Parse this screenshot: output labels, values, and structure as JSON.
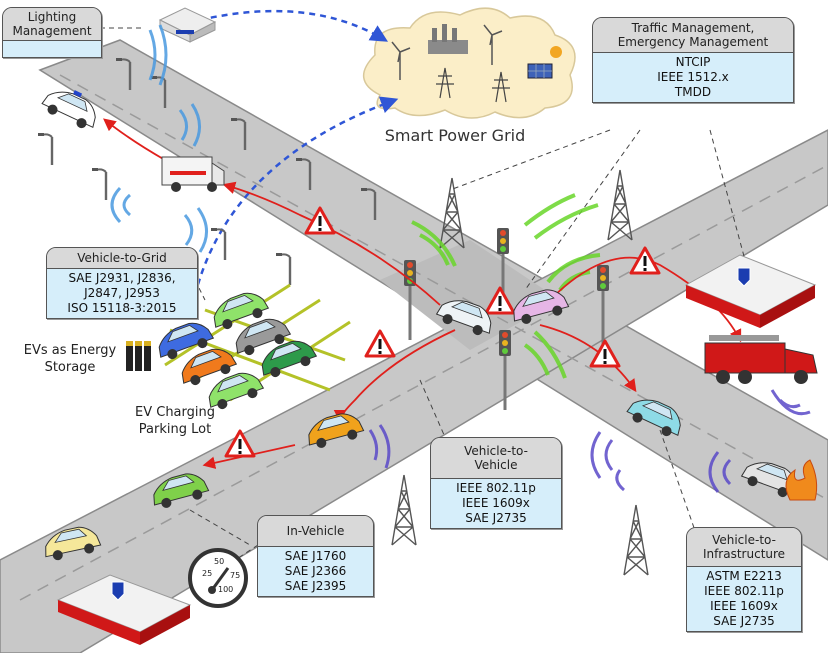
{
  "callouts": {
    "lighting": {
      "title": "Lighting Management",
      "lines": []
    },
    "traffic": {
      "title": "Traffic Management, Emergency Management",
      "lines": [
        "NTCIP",
        "IEEE 1512.x",
        "TMDD"
      ]
    },
    "v2g": {
      "title": "Vehicle-to-Grid",
      "lines": [
        "SAE J2931, J2836,",
        "J2847, J2953",
        "ISO 15118-3:2015"
      ]
    },
    "v2v": {
      "title": "Vehicle-to-Vehicle",
      "lines": [
        "IEEE 802.11p",
        "IEEE 1609x",
        "SAE J2735"
      ]
    },
    "in_vehicle": {
      "title": "In-Vehicle",
      "lines": [
        "SAE J1760",
        "SAE J2366",
        "SAE J2395"
      ]
    },
    "v2i": {
      "title": "Vehicle-to-Infrastructure",
      "lines": [
        "ASTM E2213",
        "IEEE 802.11p",
        "IEEE 1609x",
        "SAE J2735"
      ]
    }
  },
  "labels": {
    "smart_grid": "Smart Power Grid",
    "evs_storage": [
      "EVs as Energy",
      "Storage"
    ],
    "ev_parking": [
      "EV Charging",
      "Parking Lot"
    ],
    "speedometer_ticks": [
      "25",
      "50",
      "75",
      "100"
    ]
  },
  "colors": {
    "road": "#c8c8c8",
    "road_edge": "#8a8a8a",
    "callout_body": "#d6eefa",
    "callout_head": "#d9d9d9",
    "red_arrow": "#e0201c",
    "blue_dashed": "#2f56d6",
    "green_signal": "#69d62a",
    "blue_signal": "#4a9ae0",
    "purple_signal": "#5a4ac8",
    "cloud": "#fbeec8"
  },
  "icons": [
    "warning-icon",
    "traffic-light-icon",
    "street-lamp-icon",
    "cell-tower-icon",
    "wind-turbine-icon",
    "solar-panel-icon",
    "factory-icon",
    "battery-icon",
    "speedometer-icon",
    "police-station-icon",
    "fire-station-icon",
    "fire-icon"
  ]
}
